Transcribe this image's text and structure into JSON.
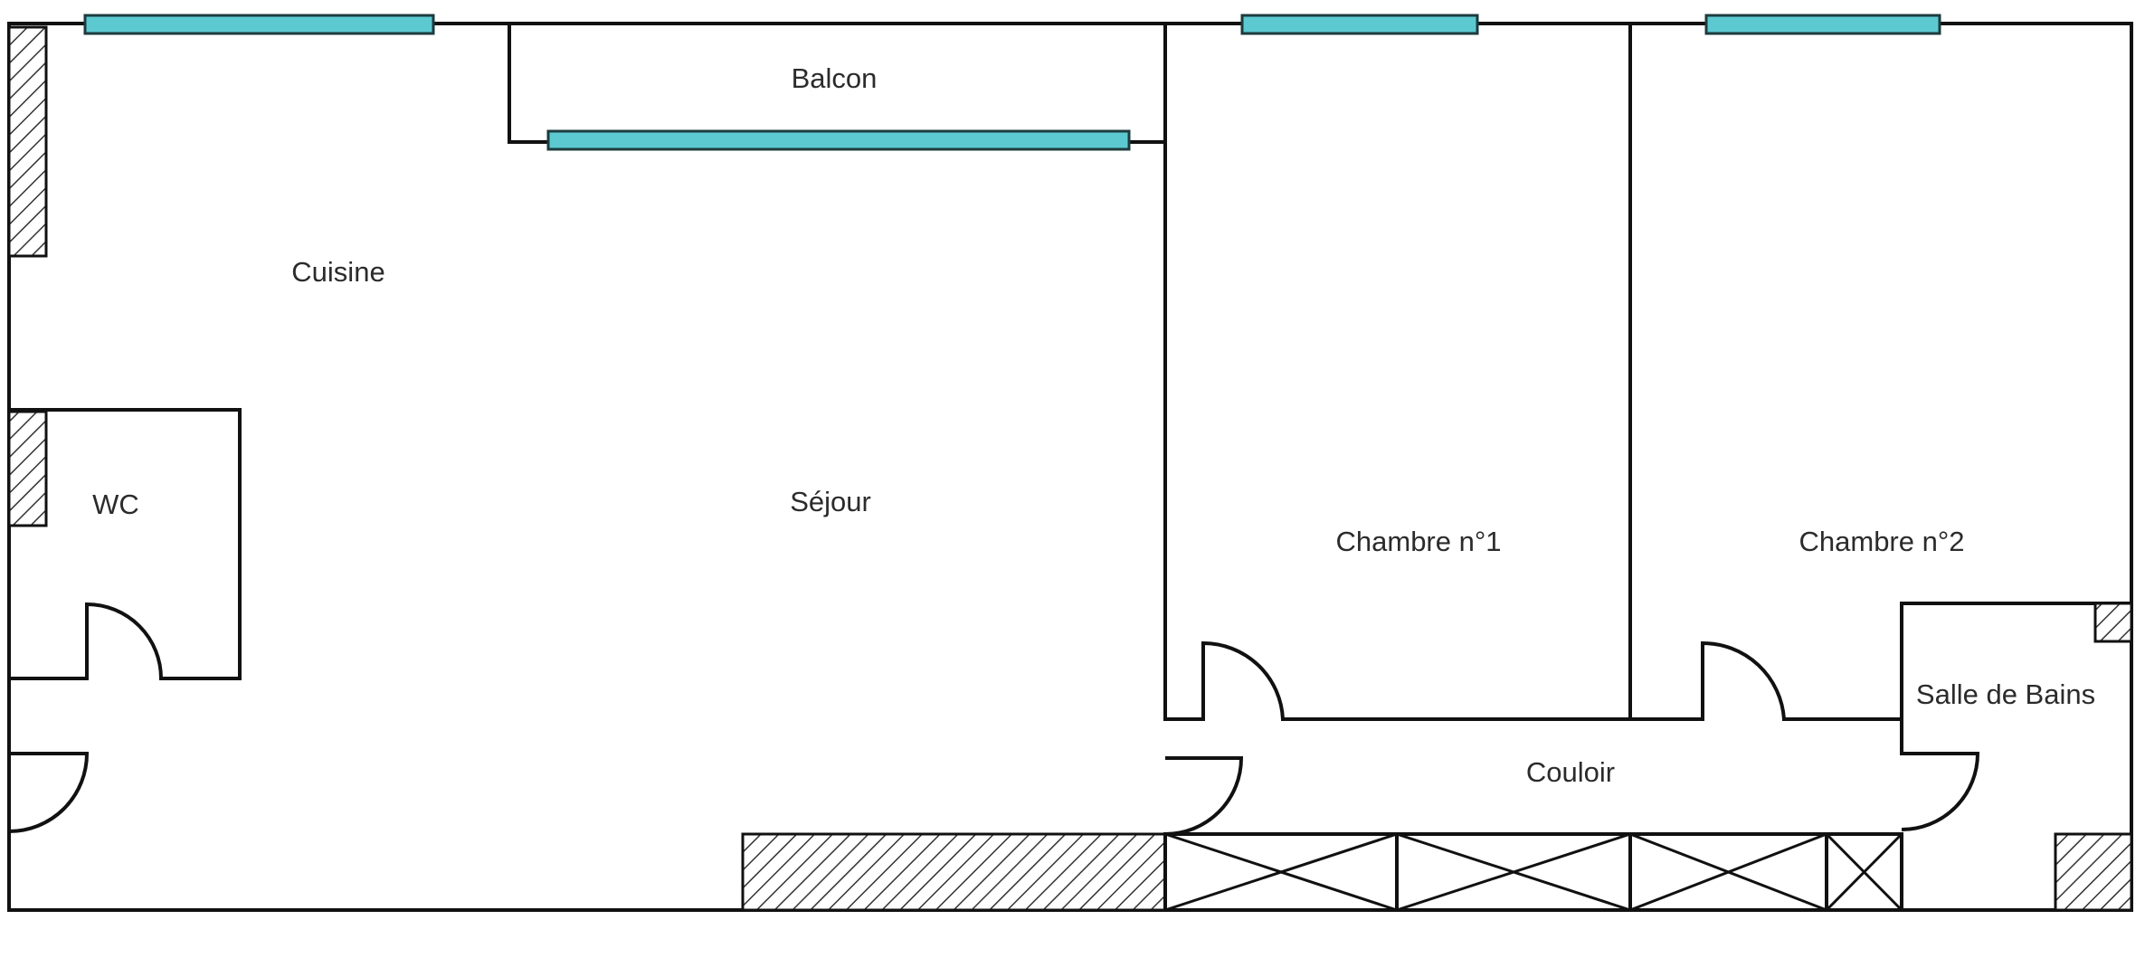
{
  "rooms": {
    "balcon": "Balcon",
    "cuisine": "Cuisine",
    "wc": "WC",
    "sejour": "Séjour",
    "chambre1": "Chambre n°1",
    "chambre2": "Chambre n°2",
    "salle_de_bains": "Salle de Bains",
    "couloir": "Couloir"
  },
  "colors": {
    "window": "#5cc9d1",
    "wall": "#111111",
    "label": "#2b2b2b"
  }
}
